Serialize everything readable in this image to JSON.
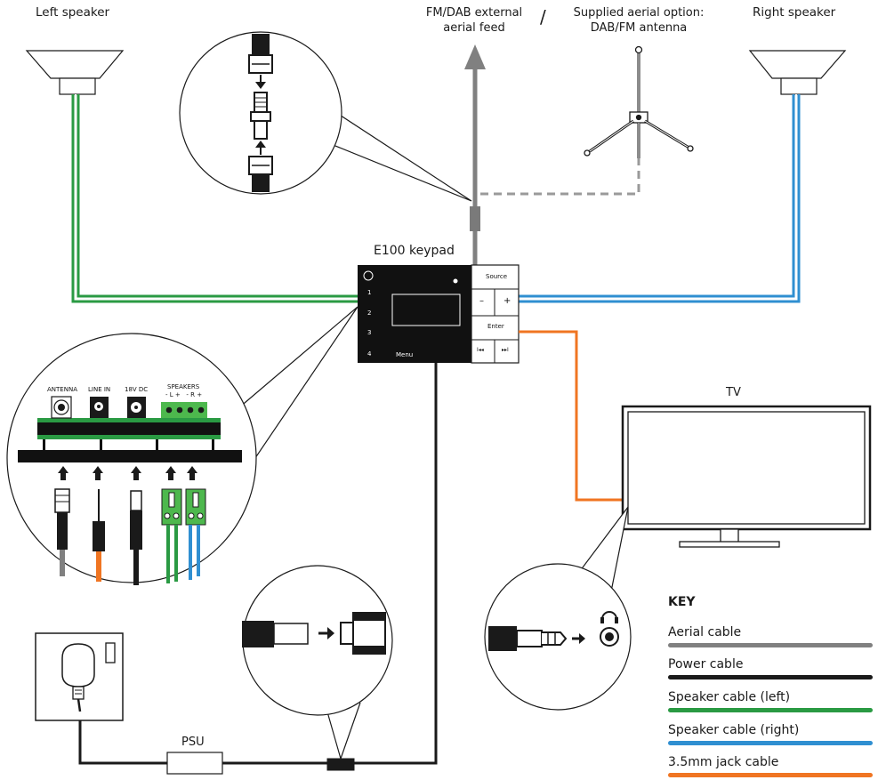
{
  "labels": {
    "left_speaker": "Left speaker",
    "right_speaker": "Right speaker",
    "fm_dab_feed": "FM/DAB external\naerial feed",
    "slash": "/",
    "aerial_option": "Supplied aerial option:\nDAB/FM antenna",
    "keypad": "E100 keypad",
    "tv": "TV",
    "psu": "PSU"
  },
  "keypad": {
    "source": "Source",
    "minus": "–",
    "plus": "+",
    "enter": "Enter",
    "prev": "I◂◂",
    "next": "▸▸I",
    "menu": "Menu",
    "numbers": [
      "1",
      "2",
      "3",
      "4"
    ]
  },
  "connectors": {
    "antenna": "ANTENNA",
    "line_in": "LINE IN",
    "dc": "18V DC",
    "speakers": "SPEAKERS",
    "polarity": "- L +   - R +"
  },
  "key": {
    "title": "KEY",
    "items": [
      {
        "label": "Aerial cable",
        "color": "#808080"
      },
      {
        "label": "Power cable",
        "color": "#1a1a1a"
      },
      {
        "label": "Speaker cable (left)",
        "color": "#2a9a43"
      },
      {
        "label": "Speaker cable (right)",
        "color": "#2f8fd1"
      },
      {
        "label": "3.5mm jack cable",
        "color": "#f07522"
      }
    ]
  },
  "colors": {
    "aerial": "#808080",
    "power": "#1a1a1a",
    "speaker_left": "#2a9a43",
    "speaker_right": "#2f8fd1",
    "jack": "#f07522"
  }
}
